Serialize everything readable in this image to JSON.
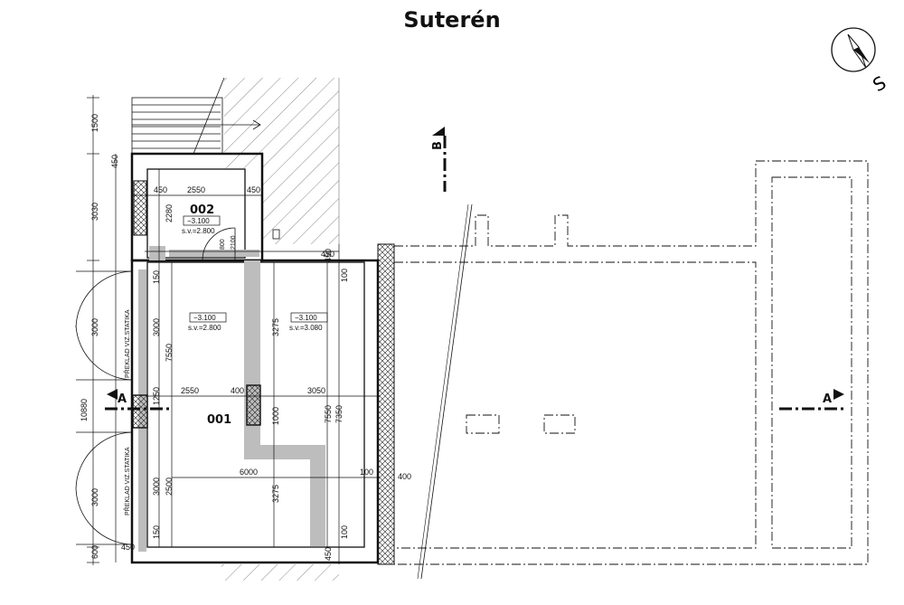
{
  "title": "Suterén",
  "compass_letter": "S",
  "rooms": [
    {
      "number": "002",
      "level": "−3.100",
      "height": "s.v.=2.800"
    },
    {
      "number": "001",
      "level_a": "−3.100",
      "height_a": "s.v.=2.800",
      "level_b": "−3.100",
      "height_b": "s.v.=3.080"
    }
  ],
  "section_marks": {
    "a_left": "A",
    "a_right": "A",
    "b": "B"
  },
  "lintel_labels": [
    "PŘEKLAD VIZ.STATIKA",
    "PŘEKLAD VIZ.STATIKA"
  ],
  "door_label": "2100",
  "door_label_small": "800",
  "dims_left_outer": [
    "1500",
    "3030",
    "10880",
    "600"
  ],
  "dims_left_mid": [
    "450",
    "3000",
    "3000",
    "450"
  ],
  "dims_left_inner": [
    "150",
    "3000",
    "1250",
    "3000",
    "150"
  ],
  "dims_left_inner2": [
    "2280",
    "7550",
    "2500"
  ],
  "dims_horizontal": [
    "450",
    "2550",
    "450",
    "2550",
    "400",
    "3050",
    "6000",
    "100",
    "400",
    "450"
  ],
  "dims_right": [
    "100",
    "3275",
    "1000",
    "3275",
    "100",
    "7550",
    "7350",
    "450",
    "450"
  ]
}
